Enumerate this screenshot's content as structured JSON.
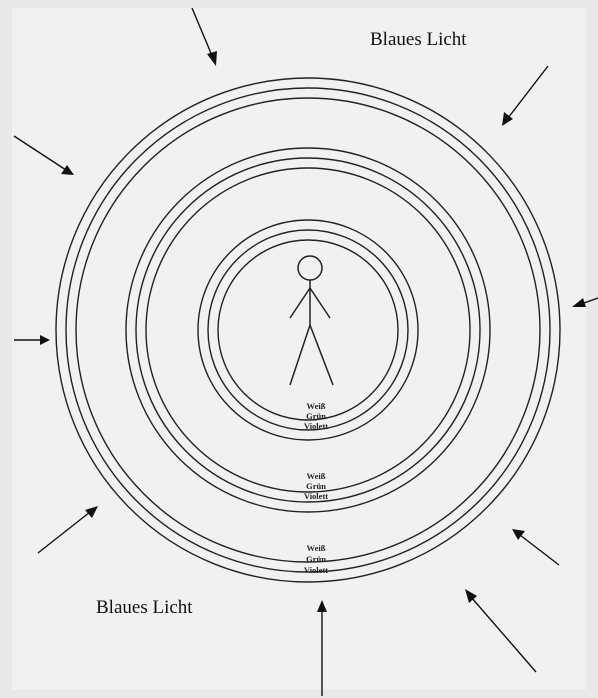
{
  "labels": {
    "blue_light_top": "Blaues Licht",
    "blue_light_bottom": "Blaues Licht"
  },
  "ring_groups": [
    {
      "labels": [
        "Weiß",
        "Grün",
        "Violett"
      ]
    },
    {
      "labels": [
        "Weiß",
        "Grün",
        "Violett"
      ]
    },
    {
      "labels": [
        "Weiß",
        "Grün",
        "Violett"
      ]
    }
  ],
  "colors": {
    "background": "#f1f1f1",
    "stroke": "#222222"
  }
}
